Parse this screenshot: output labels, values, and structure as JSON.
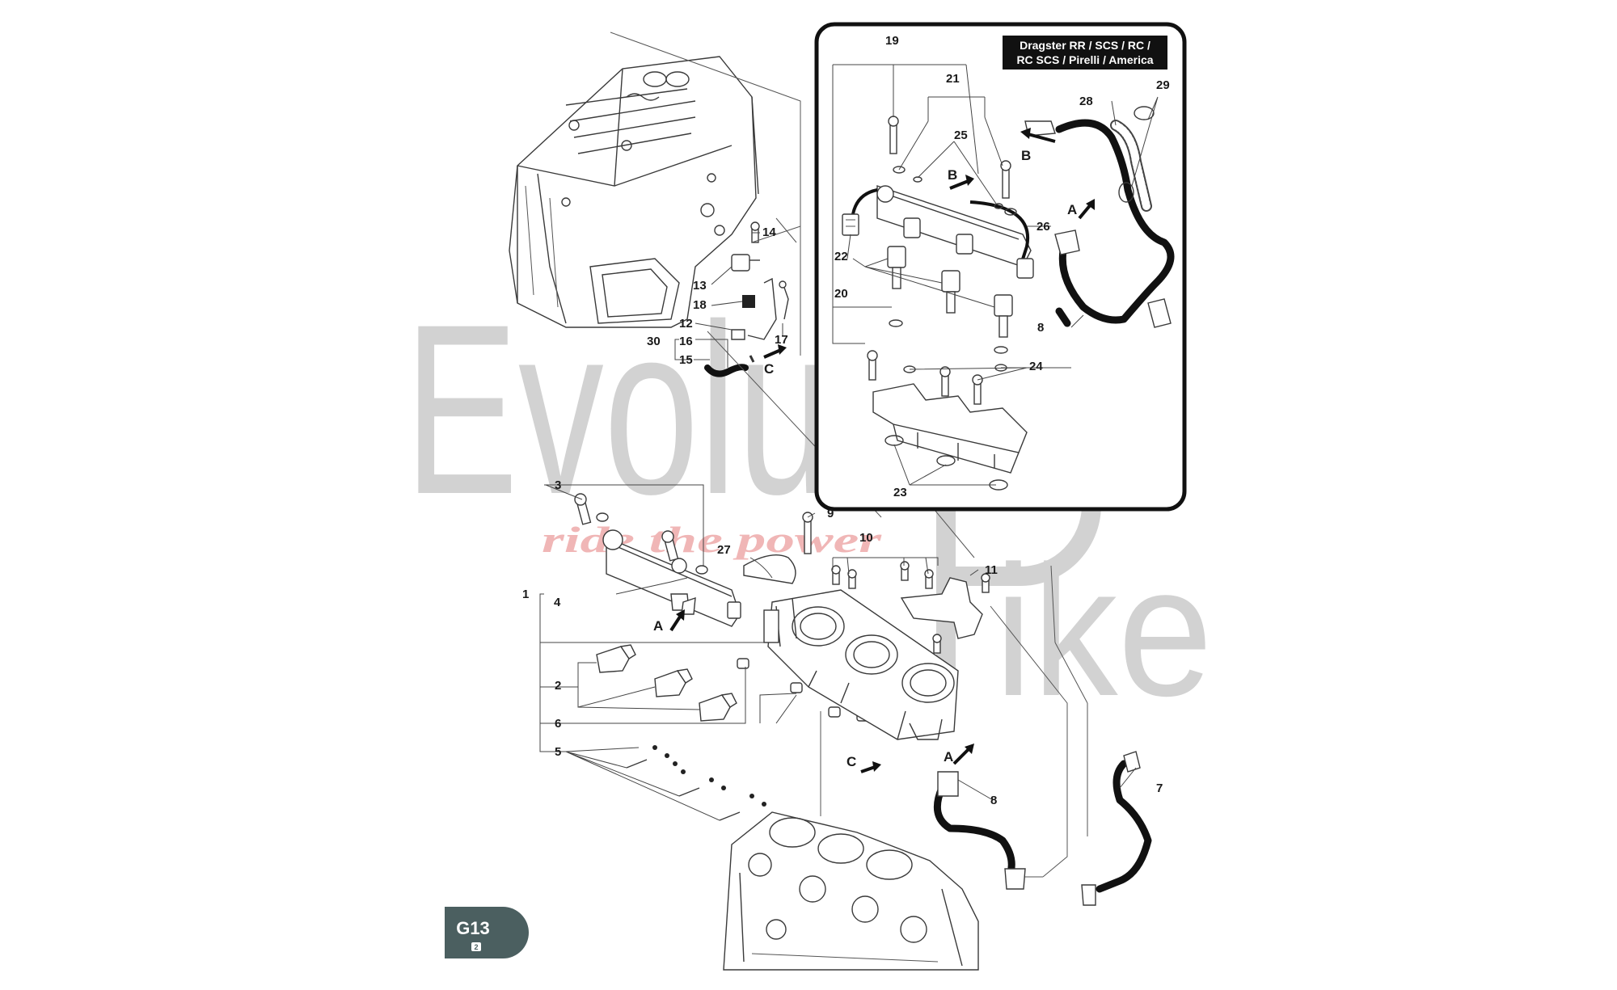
{
  "diagram": {
    "page_code": "G13",
    "page_subcode": "2",
    "watermark": {
      "brand_left": "Evolution",
      "brand_right": "ike",
      "tagline": "ride the power"
    },
    "version_box": {
      "line1": "Dragster RR / SCS / RC /",
      "line2": "RC SCS / Pirelli / America"
    },
    "colors": {
      "badge": "#4b5f60",
      "version_box": "#111111",
      "watermark": "#d2d2d2",
      "watermark_script": "#f0b6b6"
    },
    "callouts": {
      "c1": "1",
      "c2": "2",
      "c3": "3",
      "c4": "4",
      "c5": "5",
      "c6": "6",
      "c7": "7",
      "c8a": "8",
      "c8b": "8",
      "c9": "9",
      "c10": "10",
      "c11": "11",
      "c12": "12",
      "c13": "13",
      "c14": "14",
      "c15": "15",
      "c16": "16",
      "c17": "17",
      "c18": "18",
      "c19": "19",
      "c20": "20",
      "c21": "21",
      "c22": "22",
      "c23": "23",
      "c24": "24",
      "c25": "25",
      "c26": "26",
      "c27": "27",
      "c28": "28",
      "c29": "29",
      "c30": "30"
    },
    "arrows": {
      "a_inset": "A",
      "b_inset_left": "B",
      "b_inset_right": "B",
      "c_top": "C",
      "a_rail": "A",
      "a_throttle": "A",
      "c_bottom": "C"
    }
  }
}
